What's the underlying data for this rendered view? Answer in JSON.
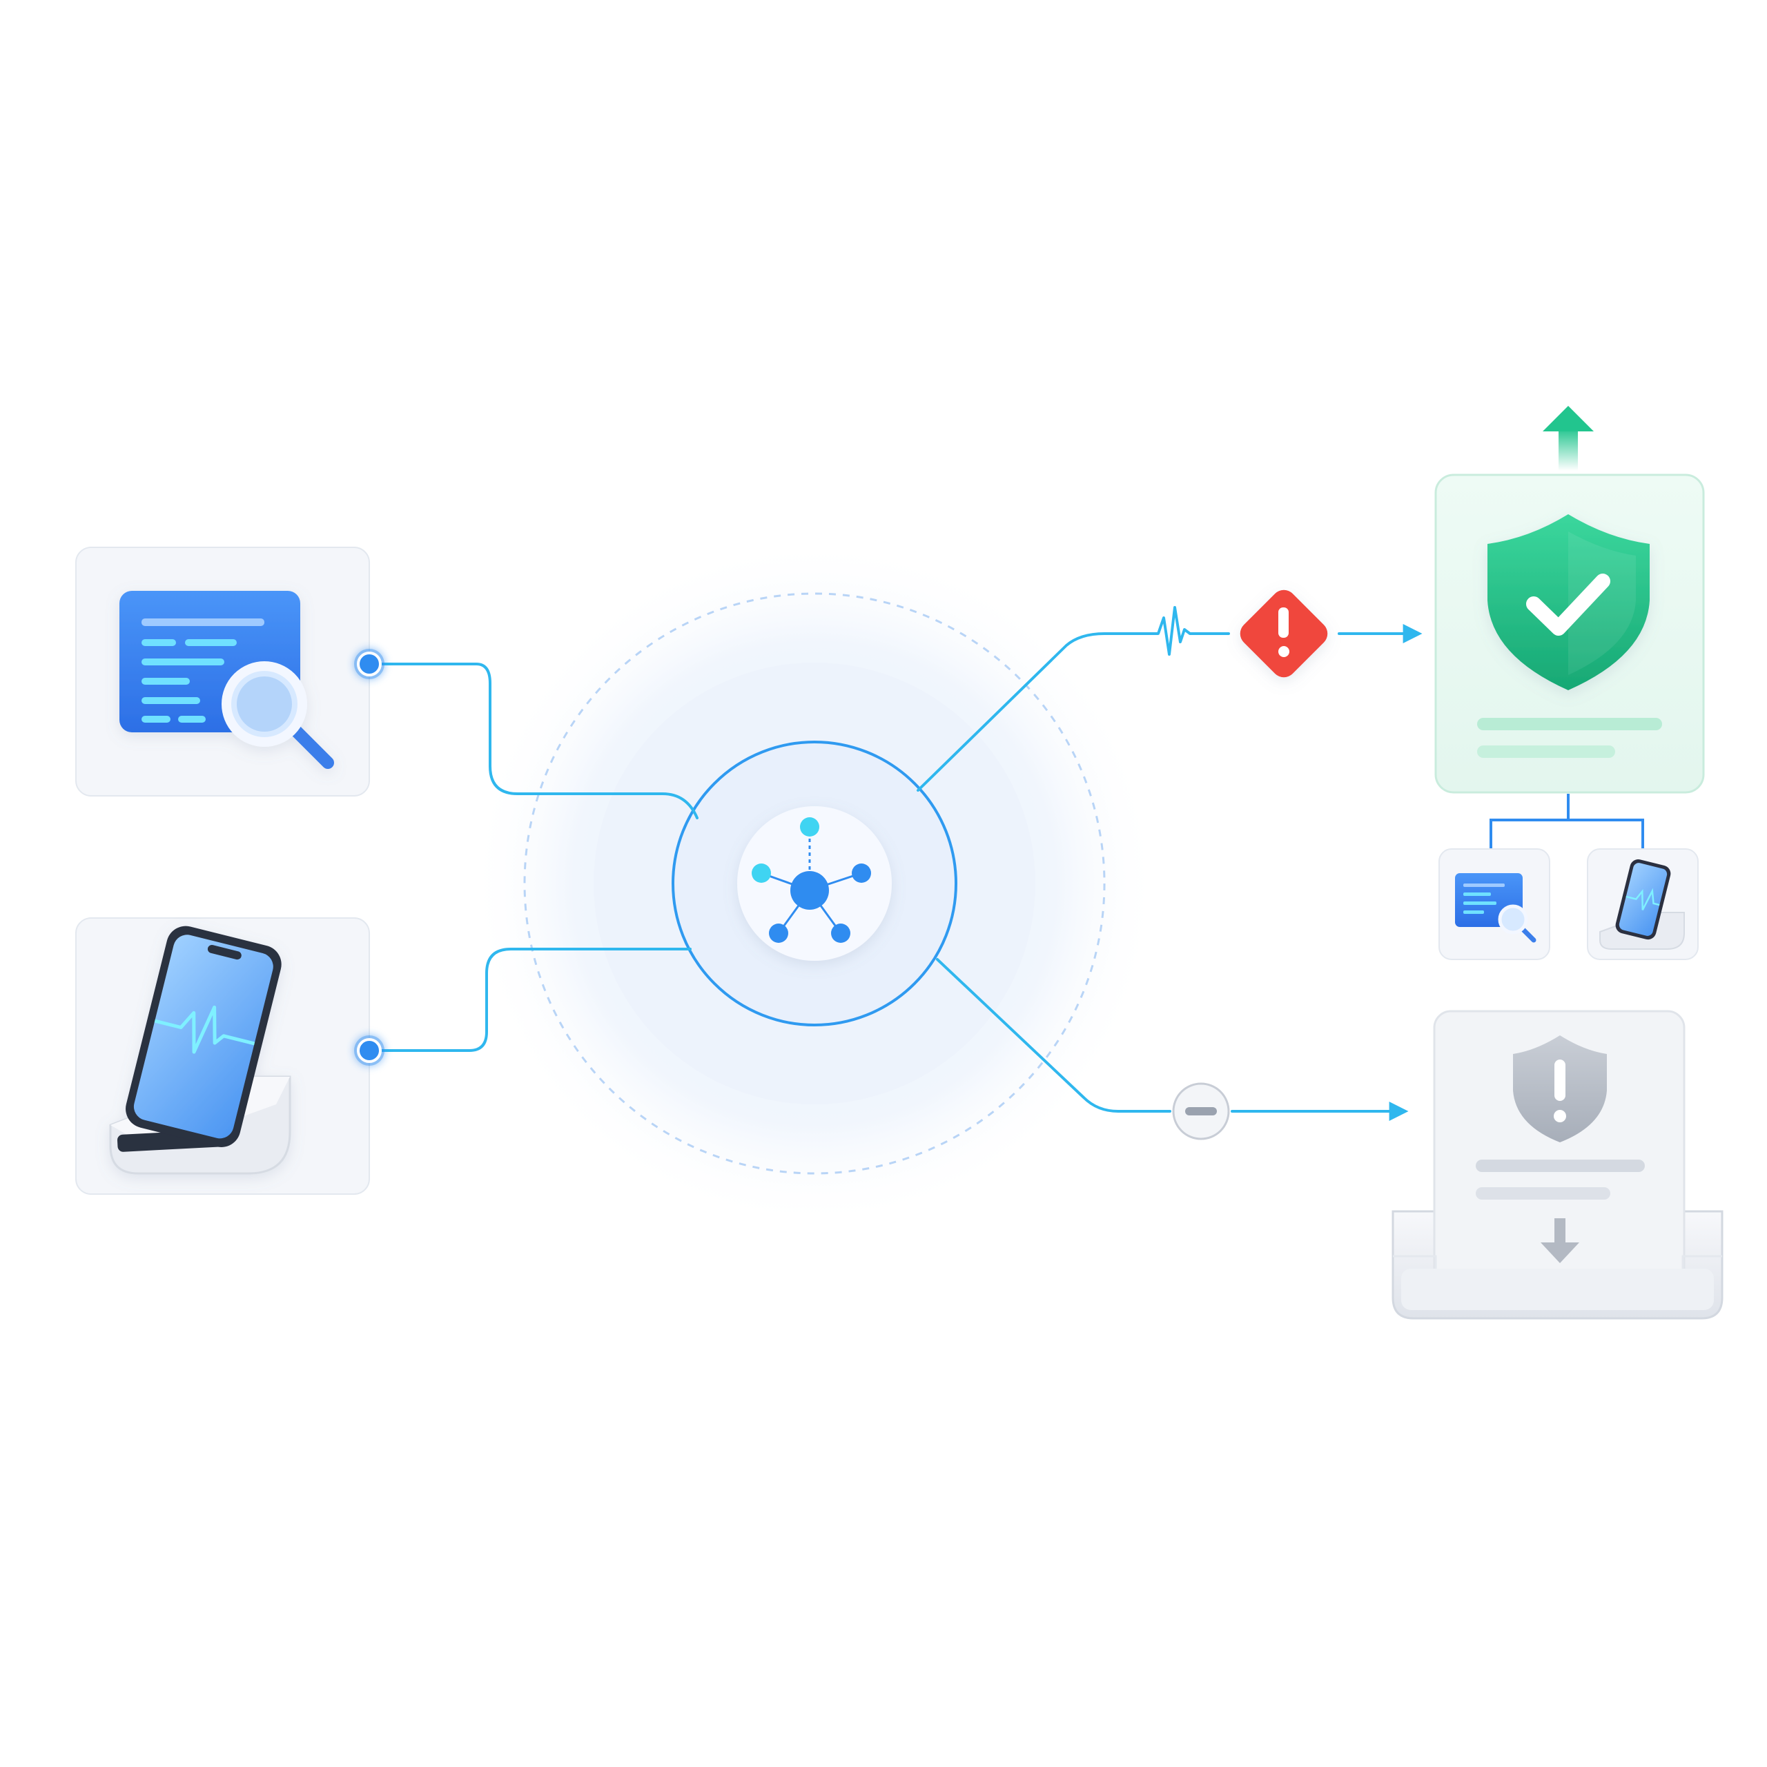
{
  "diagram": {
    "inputs": [
      {
        "id": "log-inspection",
        "icon": "document-search-icon"
      },
      {
        "id": "device-monitoring",
        "icon": "phone-heartbeat-dock-icon"
      }
    ],
    "hub": {
      "icon": "network-hub-icon"
    },
    "outputs": [
      {
        "id": "approved",
        "icon": "green-shield-check-icon",
        "signal_icons": [
          "heartbeat-pulse-icon",
          "warning-diamond-icon"
        ],
        "flow_icon": "upload-arrow-icon",
        "children": [
          "document-search-icon",
          "phone-heartbeat-dock-icon"
        ]
      },
      {
        "id": "blocked",
        "icon": "gray-shield-alert-icon",
        "signal_icons": [
          "minus-circle-icon"
        ],
        "flow_icon": "download-arrow-icon",
        "container_icon": "tray-icon"
      }
    ]
  },
  "colors": {
    "accent_blue": "#2f8cf0",
    "line_cyan": "#2fb7ee",
    "success_green": "#22c58e",
    "warning_red": "#f0473d",
    "neutral_gray": "#b9bfc9",
    "panel_bg": "#f4f6fa"
  }
}
